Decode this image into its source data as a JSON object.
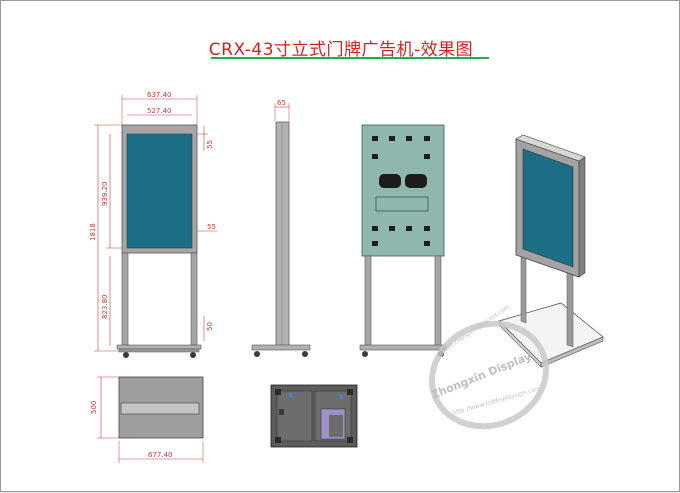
{
  "title": "CRX-43寸立式门牌广告机-效果图",
  "colors": {
    "title": "#d81e1e",
    "underline": "#2aa84a",
    "dimension": "#c43a3a",
    "screen": "#1c6e86",
    "frame": "#8c8c8c",
    "back_panel": "#8fb7ad"
  },
  "dimensions": {
    "front_outer_width": "637.40",
    "front_inner_width": "527.40",
    "total_height": "1818",
    "screen_height": "939.20",
    "top_border": "55",
    "side_border": "55",
    "leg_height": "823.80",
    "base_height": "50",
    "side_depth": "65",
    "base_depth": "500",
    "base_width": "677.40"
  },
  "watermark": {
    "brand": "Zhongxin Display",
    "url_top": "mail:zhengxin@zd-lcd.com",
    "url_bottom": "http://www.lcddisplaysign.com"
  }
}
